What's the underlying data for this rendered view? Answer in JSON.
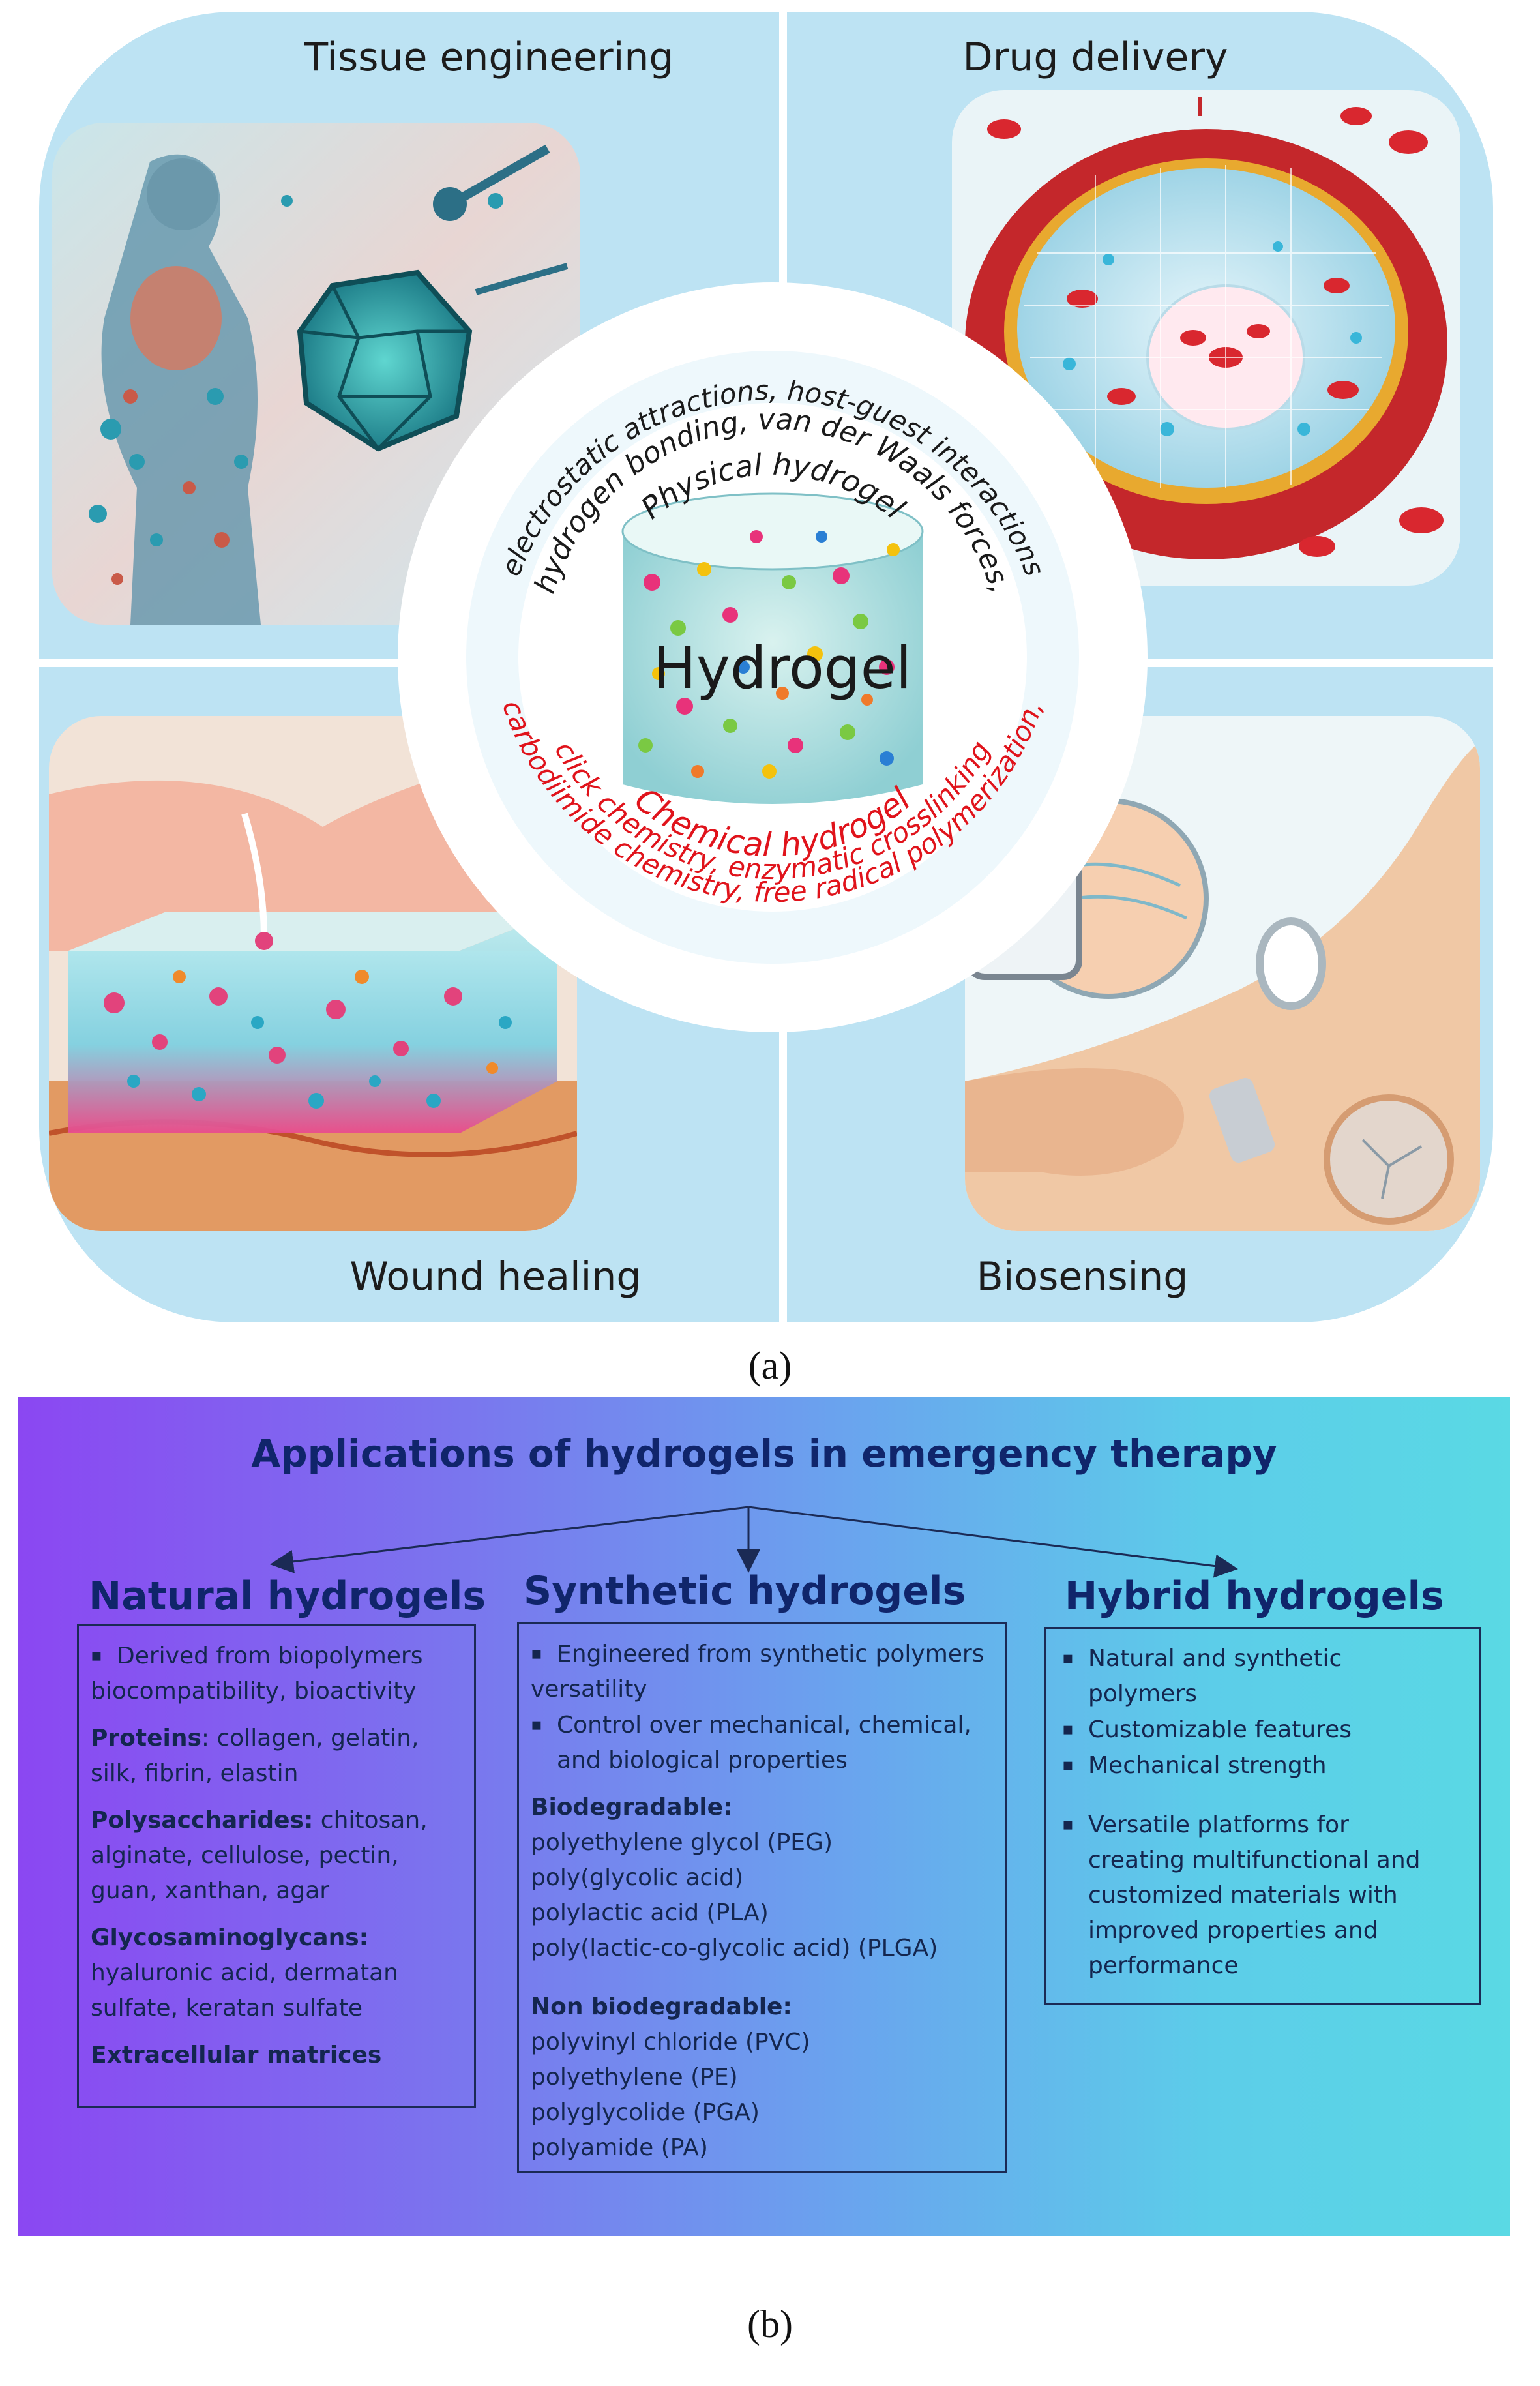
{
  "panel_a": {
    "quadrants": {
      "top_left": "Tissue engineering",
      "top_right": "Drug delivery",
      "bottom_left": "Wound healing",
      "bottom_right": "Biosensing"
    },
    "center_label": "Hydrogel",
    "physical": {
      "title": "Physical hydrogel",
      "line1": "hydrogen bonding, van der Waals forces,",
      "line2": "electrostatic attractions, host-guest interactions"
    },
    "chemical": {
      "line1": "carbodiimide chemistry, free radical polymerization,",
      "line2": "click chemistry, enzymatic crosslinking",
      "title": "Chemical hydrogel"
    },
    "caption": "(a)",
    "colors": {
      "ring": "#ffffff",
      "background": "#bde3f3",
      "chemical_text": "#e0131b",
      "physical_text": "#1a1a1a"
    }
  },
  "panel_b": {
    "title": "Applications of hydrogels in emergency therapy",
    "natural": {
      "heading": "Natural hydrogels",
      "l1": "Derived from biopolymers",
      "l2": "biocompatibility, bioactivity",
      "proteins_label": "Proteins",
      "proteins_1": ": collagen, gelatin,",
      "proteins_2": "silk, fibrin, elastin",
      "poly_label": "Polysaccharides:",
      "poly_1": " chitosan,",
      "poly_2": "alginate, cellulose, pectin,",
      "poly_3": "guan, xanthan, agar",
      "gag_label": "Glycosaminoglycans:",
      "gag_1": "hyaluronic acid, dermatan",
      "gag_2": "sulfate, keratan sulfate",
      "ecm": "Extracellular matrices"
    },
    "synthetic": {
      "heading": "Synthetic hydrogels",
      "l1": "Engineered from synthetic polymers",
      "l2": "versatility",
      "l3": "Control over mechanical, chemical,",
      "l4": "and biological properties",
      "bio_label": "Biodegradable:",
      "bio": [
        "polyethylene glycol (PEG)",
        "poly(glycolic acid)",
        "polylactic acid (PLA)",
        "poly(lactic-co-glycolic acid) (PLGA)"
      ],
      "nonbio_label": "Non biodegradable:",
      "nonbio": [
        "polyvinyl chloride (PVC)",
        "polyethylene (PE)",
        "polyglycolide (PGA)",
        "polyamide (PA)"
      ]
    },
    "hybrid": {
      "heading": "Hybrid hydrogels",
      "b1_1": "Natural and synthetic",
      "b1_2": "polymers",
      "b2": "Customizable features",
      "b3": "Mechanical strength",
      "b4_1": "Versatile platforms for",
      "b4_2": "creating multifunctional and",
      "b4_3": "customized materials with",
      "b4_4": "improved properties and",
      "b4_5": "performance"
    },
    "caption": "(b)",
    "colors": {
      "gradient_start": "#8b47f2",
      "gradient_end": "#5ad9e4",
      "text": "#10256b"
    }
  }
}
